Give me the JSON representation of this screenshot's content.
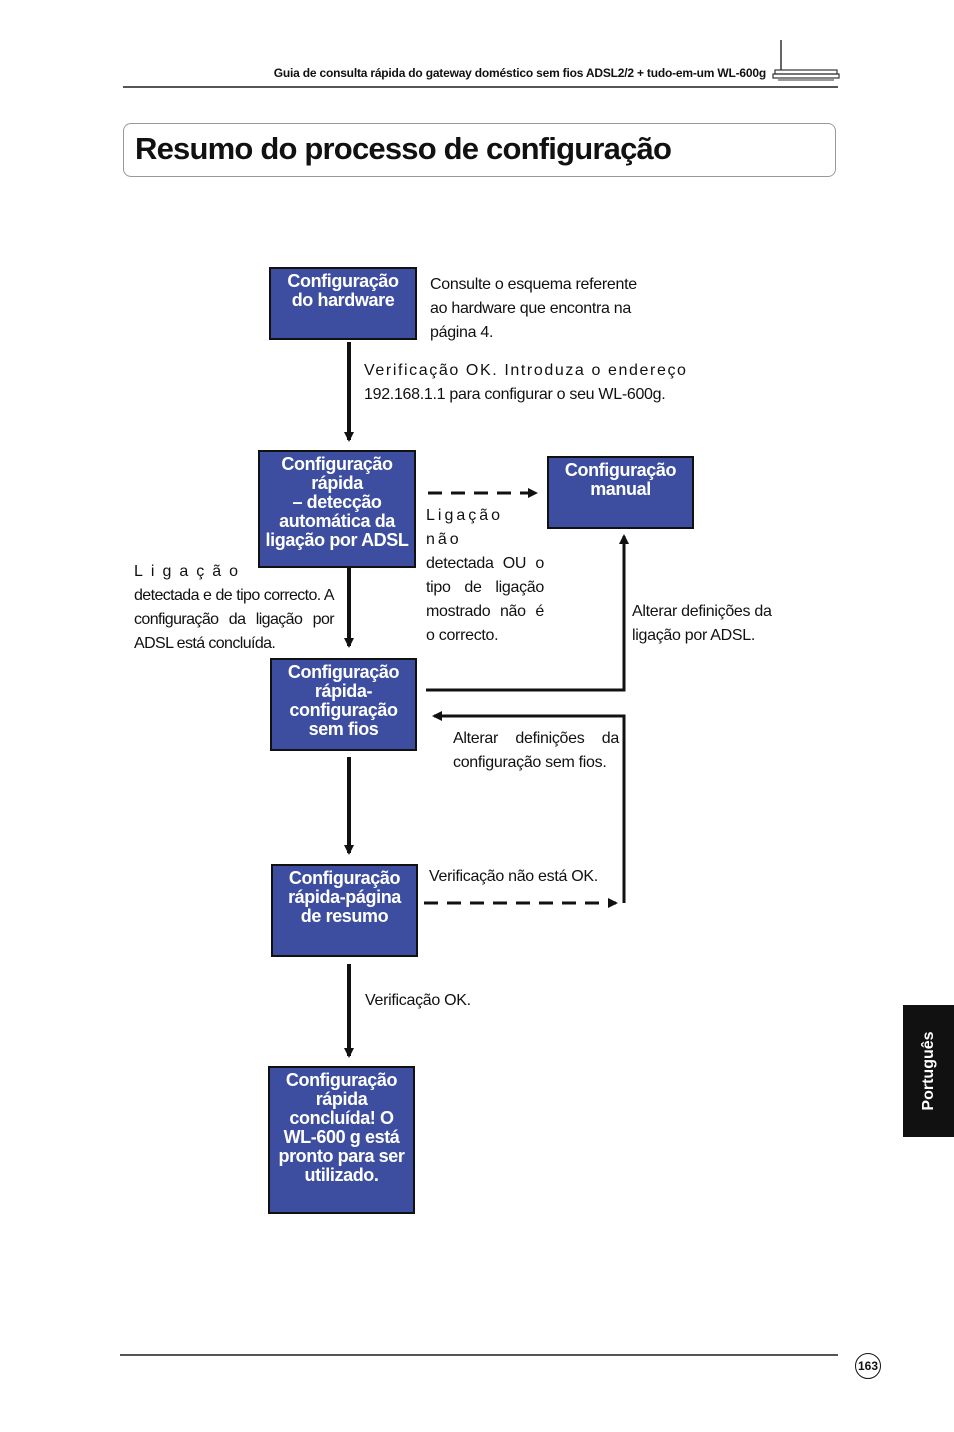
{
  "header": {
    "text": "Guia de consulta rápida do gateway doméstico sem fios ADSL2/2 + tudo-em-um WL-600g"
  },
  "title": "Resumo do processo de configuração",
  "boxes": {
    "hardware": [
      "Configuração",
      "do hardware"
    ],
    "quick_adsl": [
      "Configuração",
      "rápida",
      "– detecção",
      "automática da",
      "ligação por ADSL"
    ],
    "manual": [
      "Configuração",
      "manual"
    ],
    "wireless": [
      "Configuração",
      "rápida-",
      "configuração",
      "sem fios"
    ],
    "summary": [
      "Configuração",
      "rápida-página",
      "de resumo"
    ],
    "done": [
      "Configuração",
      "rápida",
      "concluída! O",
      "WL-600 g está",
      "pronto para ser",
      "utilizado."
    ]
  },
  "notes": {
    "hardware_ref": [
      "Consulte o esquema referente",
      "ao hardware que encontra na",
      "página 4."
    ],
    "verify_ok_line1": "Verificação OK. Introduza o endereço",
    "verify_ok_line2": "192.168.1.1 para configurar o seu WL-600g.",
    "detected_word": "Ligação",
    "detected_rest": "detectada e de tipo correcto. A configuração da ligação por ADSL está concluída.",
    "not_detected_word": "Ligação não",
    "not_detected_rest": "detectada OU o tipo de ligação mostrado não é o correcto.",
    "change_adsl": "Alterar definições da ligação por ADSL.",
    "change_wireless": "Alterar definições da configuração sem fios.",
    "verify_not_ok": "Verificação não está OK.",
    "verify_ok": "Verificação OK."
  },
  "side_tab": "Português",
  "page_number": "163"
}
